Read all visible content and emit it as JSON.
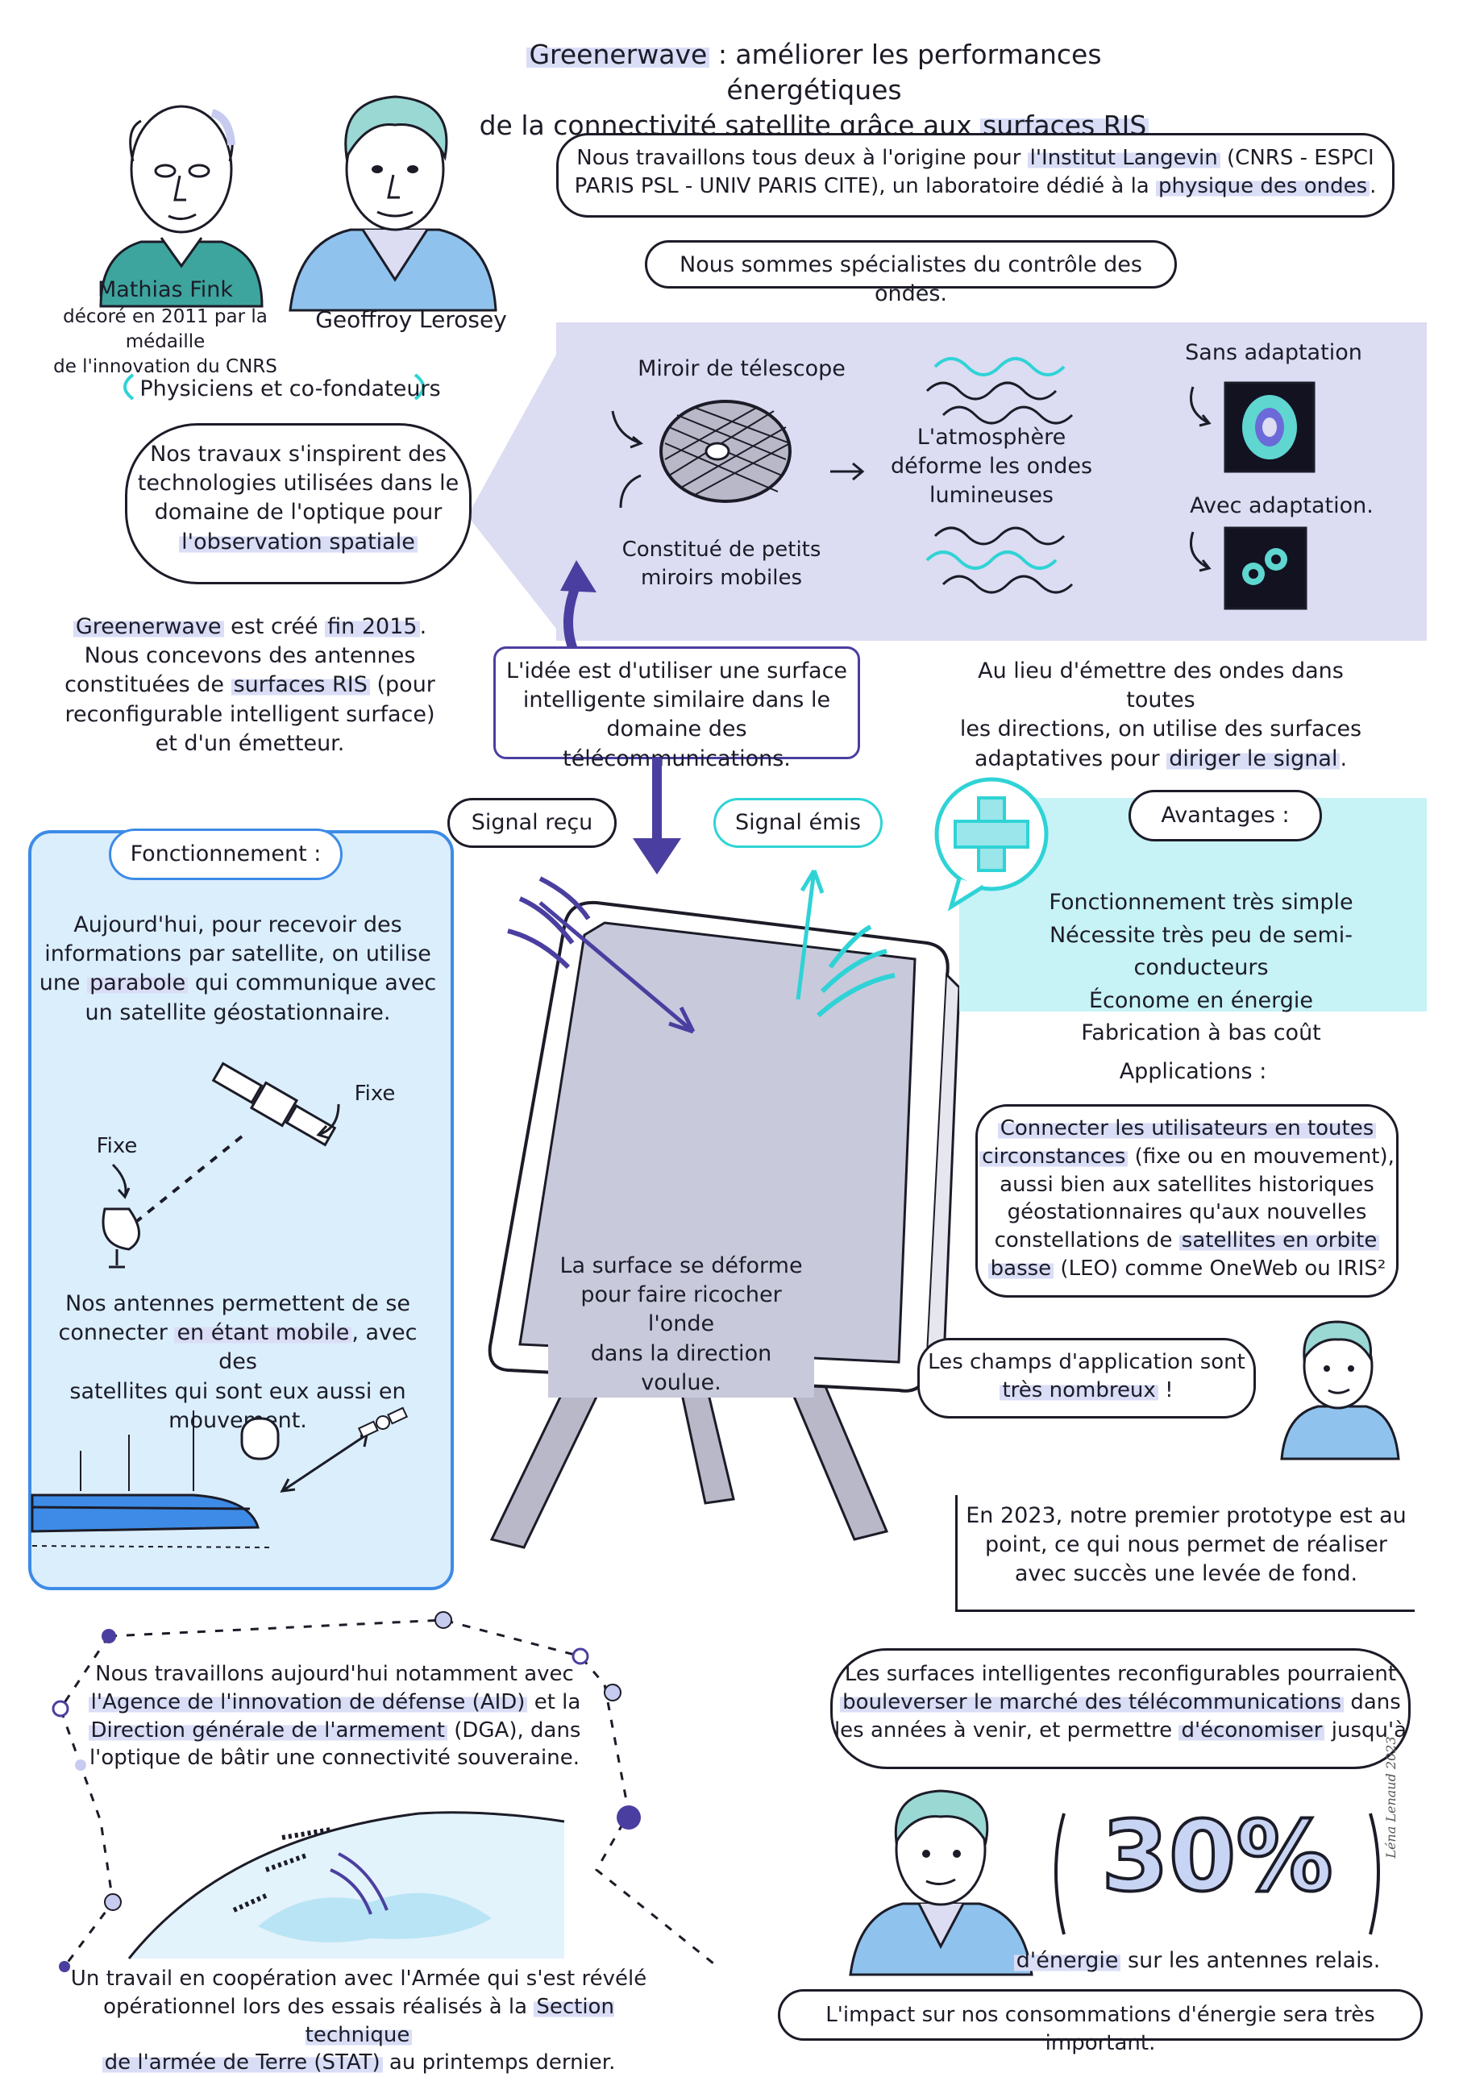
{
  "header": {
    "brand": "Greenerwave",
    "title_rest": " : améliorer les performances énergétiques",
    "title_line2_pre": "de la connectivité satellite grâce aux ",
    "title_line2_hl": "surfaces RIS"
  },
  "people": {
    "mathias_name": "Mathias Fink",
    "mathias_caption1": "décoré en 2011 par la médaille",
    "mathias_caption2": "de l'innovation du CNRS",
    "geoffroy_name": "Geoffroy Lerosey",
    "role": "Physiciens et co-fondateurs"
  },
  "intro": {
    "bubble1_l1_a": "Nous travaillons tous deux à l'origine pour ",
    "bubble1_l1_hl": "l'Institut Langevin",
    "bubble1_l1_b": " (CNRS - ESPCI",
    "bubble1_l2_a": "PARIS PSL - UNIV PARIS CITE), un laboratoire dédié à la ",
    "bubble1_l2_hl": "physique des ondes",
    "bubble1_l2_b": ".",
    "bubble2": "Nous sommes spécialistes du contrôle des ondes."
  },
  "optics": {
    "bubble_l1": "Nos travaux s'inspirent des",
    "bubble_l2": "technologies utilisées dans le",
    "bubble_l3": "domaine de l'optique pour",
    "bubble_l4": "l'observation spatiale",
    "mirror_label": "Miroir de télescope",
    "mirror_sub1": "Constitué de petits",
    "mirror_sub2": "miroirs mobiles",
    "atmo1": "L'atmosphère",
    "atmo2": "déforme les ondes",
    "atmo3": "lumineuses",
    "without": "Sans adaptation",
    "with": "Avec adaptation."
  },
  "greenerwave": {
    "l1_hl": "Greenerwave",
    "l1_mid": " est créé ",
    "l1_hl2": "fin 2015",
    "l1_end": ".",
    "l2": "Nous concevons des antennes",
    "l3_a": "constituées de ",
    "l3_hl": "surfaces RIS",
    "l3_b": " (pour",
    "l4": "reconfigurable intelligent surface)",
    "l5": "et d'un émetteur."
  },
  "idea": {
    "l1": "L'idée est d'utiliser une surface",
    "l2": "intelligente similaire dans le",
    "l3": "domaine des télécommunications."
  },
  "direction": {
    "l1": "Au lieu d'émettre des ondes dans toutes",
    "l2": "les directions, on utilise des surfaces",
    "l3_a": "adaptatives pour ",
    "l3_hl": "diriger le signal",
    "l3_b": "."
  },
  "signals": {
    "received": "Signal reçu",
    "emitted": "Signal émis"
  },
  "functioning": {
    "title": "Fonctionnement :",
    "p1_l1": "Aujourd'hui, pour recevoir des",
    "p1_l2": "informations par satellite, on utilise",
    "p1_l3_a": "une ",
    "p1_l3_hl": "parabole",
    "p1_l3_b": " qui communique avec",
    "p1_l4": "un satellite géostationnaire.",
    "fixe1": "Fixe",
    "fixe2": "Fixe",
    "p2_l1": "Nos antennes permettent de se",
    "p2_l2_a": "connecter ",
    "p2_l2_hl": "en étant mobile",
    "p2_l2_b": ", avec des",
    "p2_l3": "satellites qui sont eux aussi en",
    "p2_l4": "mouvement."
  },
  "surface": {
    "l1": "La surface se déforme",
    "l2": "pour faire ricocher l'onde",
    "l3": "dans la direction voulue."
  },
  "advantages": {
    "title": "Avantages :",
    "items": [
      "Fonctionnement très simple",
      "Nécessite très peu de semi-conducteurs",
      "Économe en énergie",
      "Fabrication à bas coût"
    ]
  },
  "applications": {
    "title": "Applications :",
    "l1": "Connecter les utilisateurs en toutes",
    "l2_hl": "circonstances",
    "l2_b": " (fixe ou en mouvement),",
    "l3": "aussi bien aux satellites historiques",
    "l4": "géostationnaires qu'aux nouvelles",
    "l5_a": "constellations de ",
    "l5_hl": "satellites en orbite",
    "l6_hl": "basse",
    "l6_b": " (LEO) comme OneWeb ou IRIS²",
    "fields_l1": "Les champs d'application sont",
    "fields_l2": "très nombreux",
    "fields_l2_b": " !"
  },
  "prototype": {
    "l1": "En 2023, notre premier prototype est au",
    "l2": "point, ce qui nous permet de réaliser",
    "l3": "avec succès une levée de fond."
  },
  "defense": {
    "l1": "Nous travaillons aujourd'hui notamment avec",
    "l2_hl": "l'Agence de l'innovation de défense (AID)",
    "l2_b": " et la",
    "l3_hl": "Direction générale de l'armement",
    "l3_b": " (DGA), dans",
    "l4": "l'optique de bâtir une connectivité souveraine."
  },
  "army": {
    "l1": "Un travail en coopération avec l'Armée qui s'est révélé",
    "l2_a": "opérationnel lors des essais réalisés à la ",
    "l2_hl": "Section technique",
    "l3_hl": "de l'armée de Terre (STAT)",
    "l3_b": " au printemps dernier."
  },
  "future": {
    "l1": "Les surfaces intelligentes reconfigurables pourraient",
    "l2_hl": "bouleverser le marché des télécommunications",
    "l2_b": " dans",
    "l3_a": "les années à venir, et permettre ",
    "l3_hl": "d'économiser",
    "l3_b": " jusqu'à",
    "big": "30%",
    "energy_hl": "d'énergie",
    "energy_b": " sur les antennes relais.",
    "impact": "L'impact sur nos consommations d'énergie sera très important.",
    "signature": "Léna Lenaud 2023"
  },
  "colors": {
    "lavender": "#dcdcf2",
    "blue": "#3d8be6",
    "cyan": "#2fd3d6",
    "purple": "#4a3fa0",
    "highlight": "#d9ddf6"
  }
}
